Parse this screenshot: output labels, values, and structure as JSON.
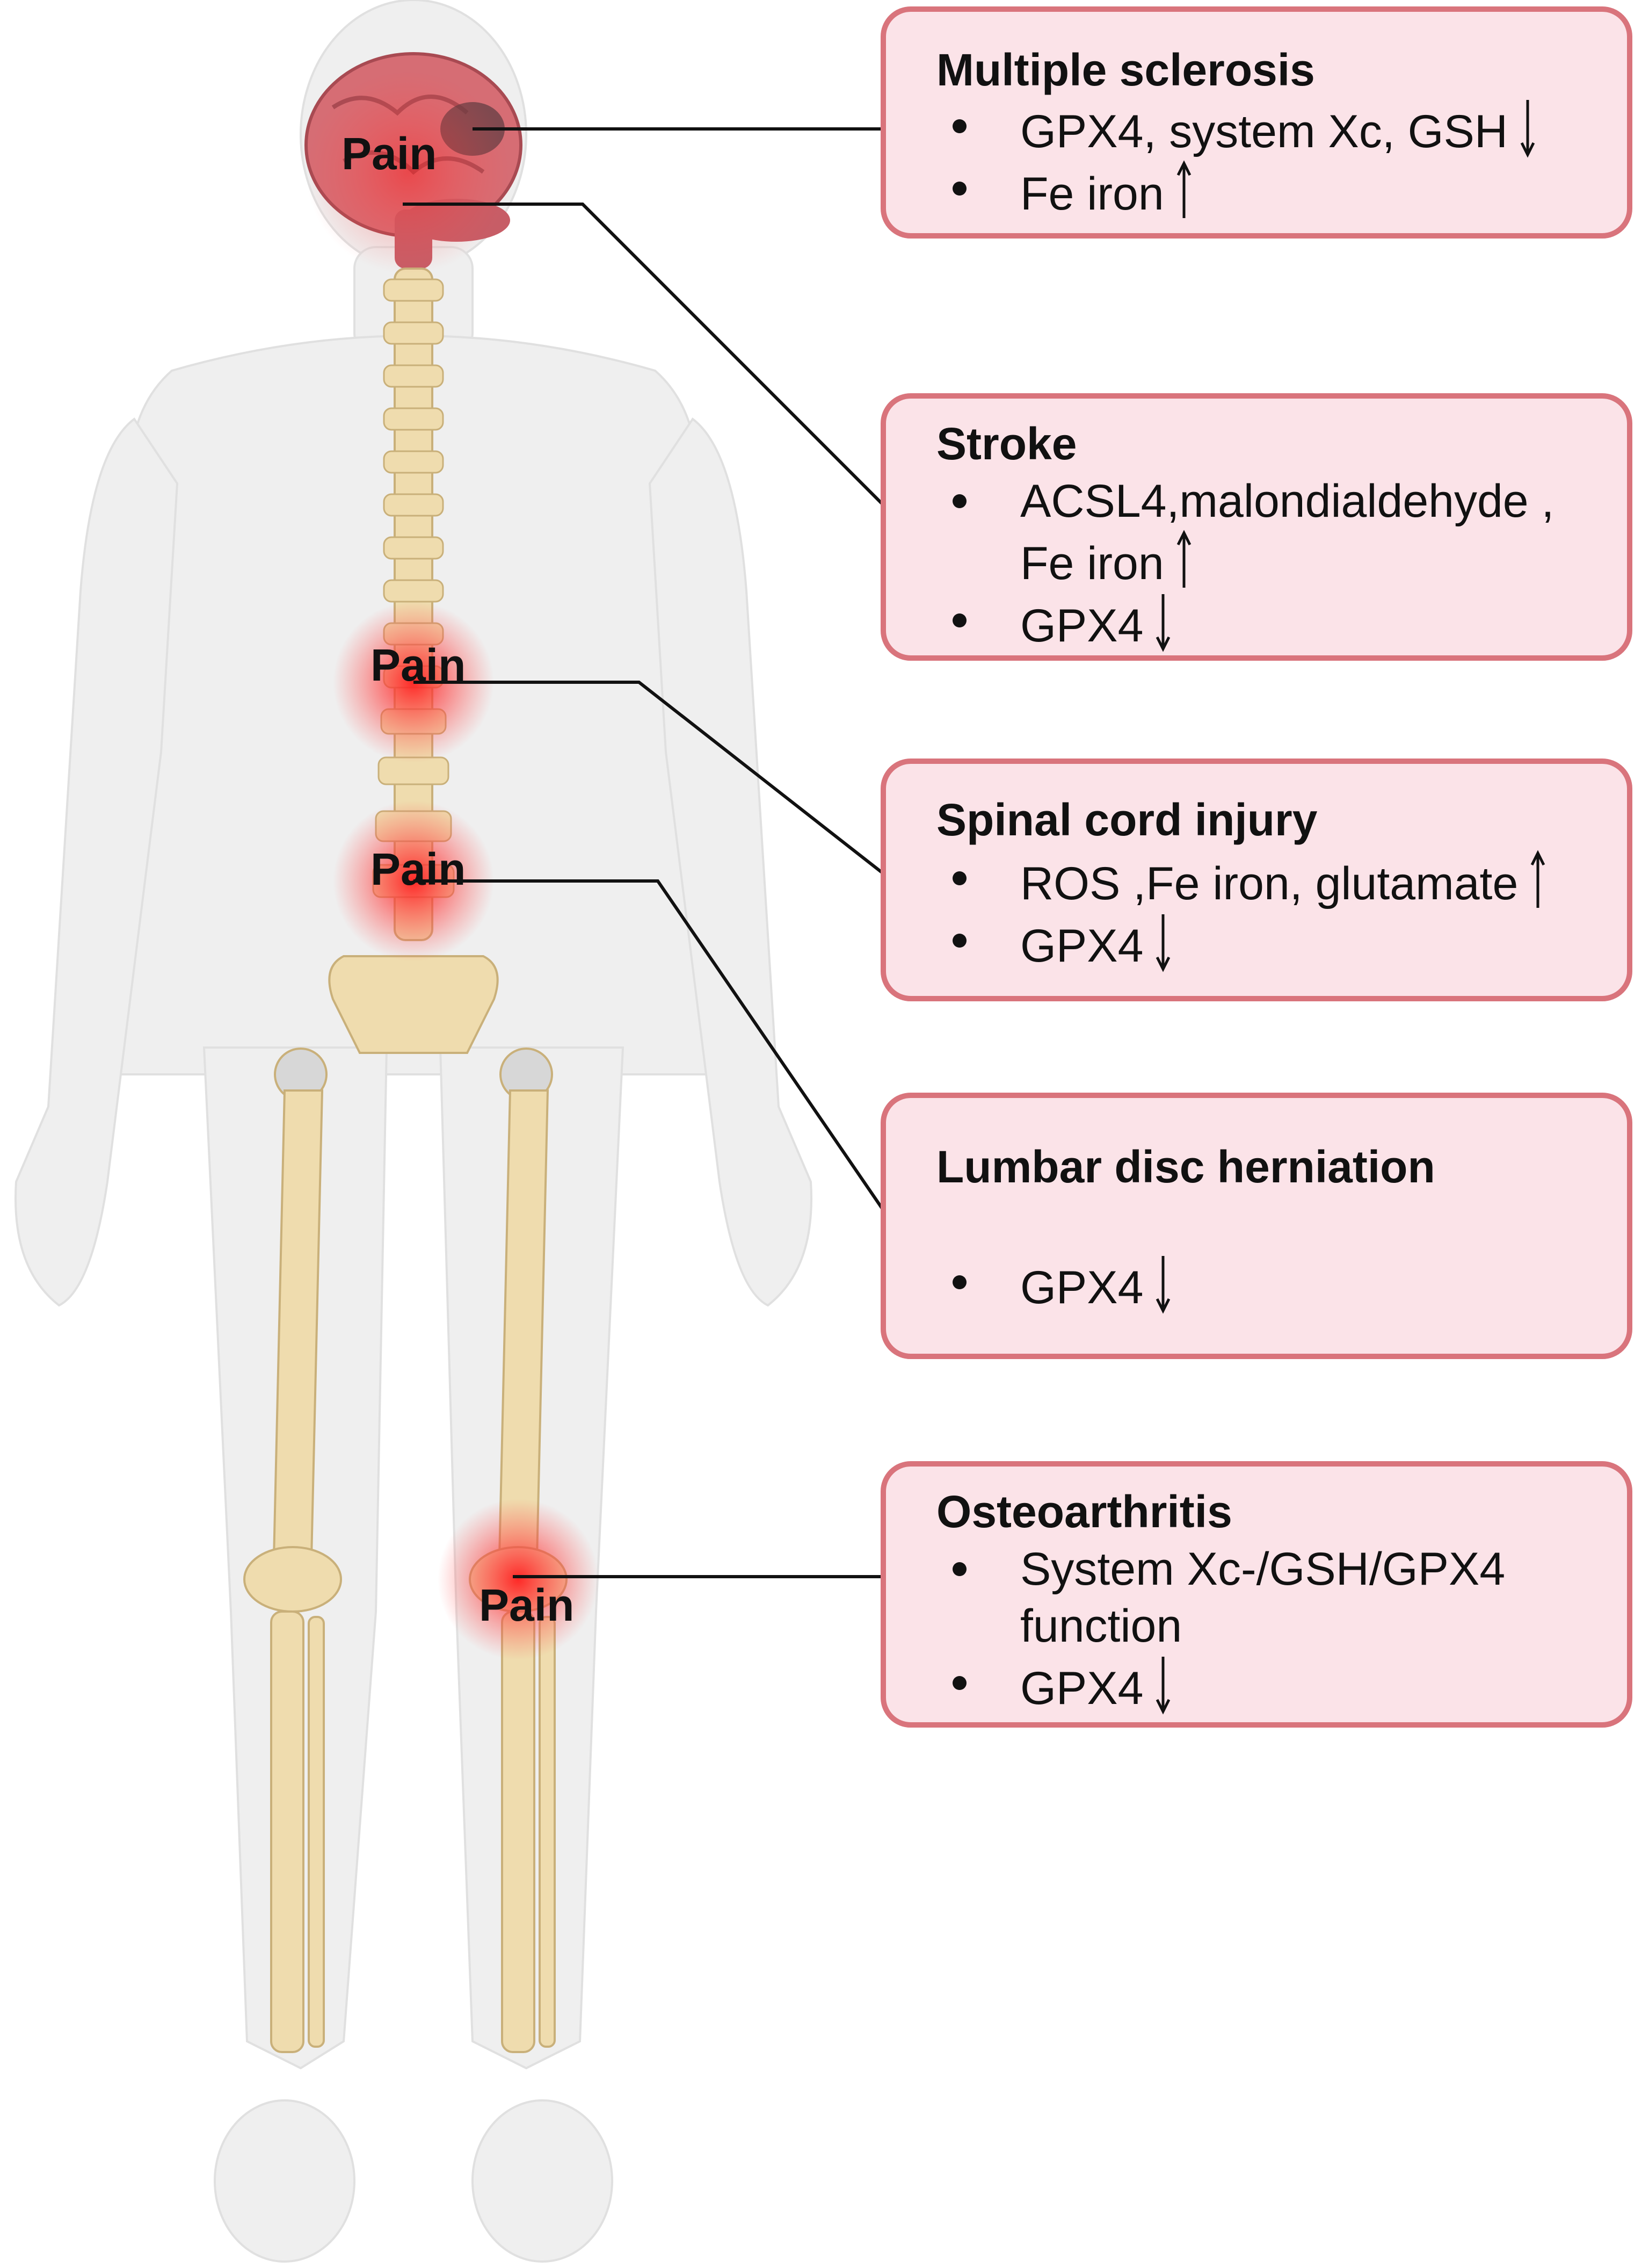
{
  "pain_labels": [
    "Pain",
    "Pain",
    "Pain",
    "Pain"
  ],
  "boxes": [
    {
      "title": "Multiple sclerosis",
      "bullets": [
        {
          "text": "GPX4, system Xc, GSH",
          "arrow": "down"
        },
        {
          "text": "Fe iron",
          "arrow": "up"
        }
      ]
    },
    {
      "title": "Stroke",
      "bullets": [
        {
          "text": "ACSL4,malondialdehyde ,",
          "line2": "Fe  iron",
          "arrow": "up"
        },
        {
          "text": "GPX4",
          "arrow": "down"
        }
      ]
    },
    {
      "title": "Spinal cord injury",
      "bullets": [
        {
          "text": "ROS ,Fe iron, glutamate",
          "arrow": "up"
        },
        {
          "text": "GPX4",
          "arrow": "down"
        }
      ]
    },
    {
      "title": "Lumbar disc herniation",
      "bullets": [
        {
          "text": "GPX4",
          "arrow": "down"
        }
      ]
    },
    {
      "title": "Osteoarthritis",
      "bullets": [
        {
          "text": "System Xc-/GSH/GPX4",
          "line2": "function",
          "arrow": ""
        },
        {
          "text": "GPX4",
          "arrow": "down"
        }
      ]
    }
  ],
  "colors": {
    "box_fill": "#fbe3e8",
    "box_border": "#d9747c",
    "bone": "#efdcae",
    "body_silhouette": "#efefef",
    "brain": "#d66d74",
    "pain_glow": "#ff2a2a",
    "connector": "#111111"
  }
}
